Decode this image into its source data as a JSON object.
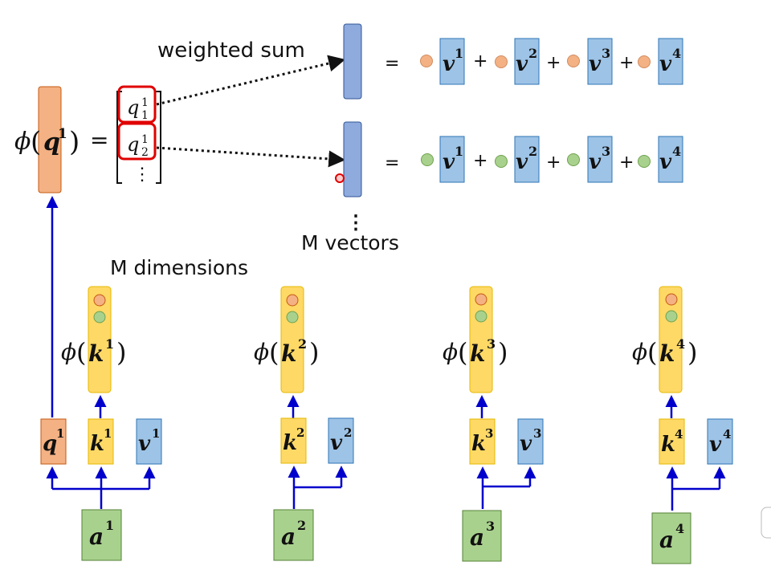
{
  "labels": {
    "weighted_sum": "weighted sum",
    "m_vectors": "M vectors",
    "m_dimensions": "M dimensions",
    "equals": "=",
    "plus": "+",
    "vdots": "⋮"
  },
  "math": {
    "phi": "ϕ",
    "q": "q",
    "k": "k",
    "v": "v",
    "a": "a",
    "one": "1",
    "two": "2",
    "lparen": "(",
    "rparen": ")"
  },
  "columns": [
    {
      "index": "1",
      "has_query": true
    },
    {
      "index": "2",
      "has_query": false
    },
    {
      "index": "3",
      "has_query": false
    },
    {
      "index": "4",
      "has_query": false
    }
  ],
  "colors": {
    "query": "#f4b183",
    "key": "#ffd966",
    "value": "#9dc3e6",
    "input": "#a9d18e",
    "result": "#8faadc",
    "arrow": "#0000cc",
    "highlight": "#e00000",
    "dot_orange": "#f4b183",
    "dot_green": "#a9d18e"
  }
}
